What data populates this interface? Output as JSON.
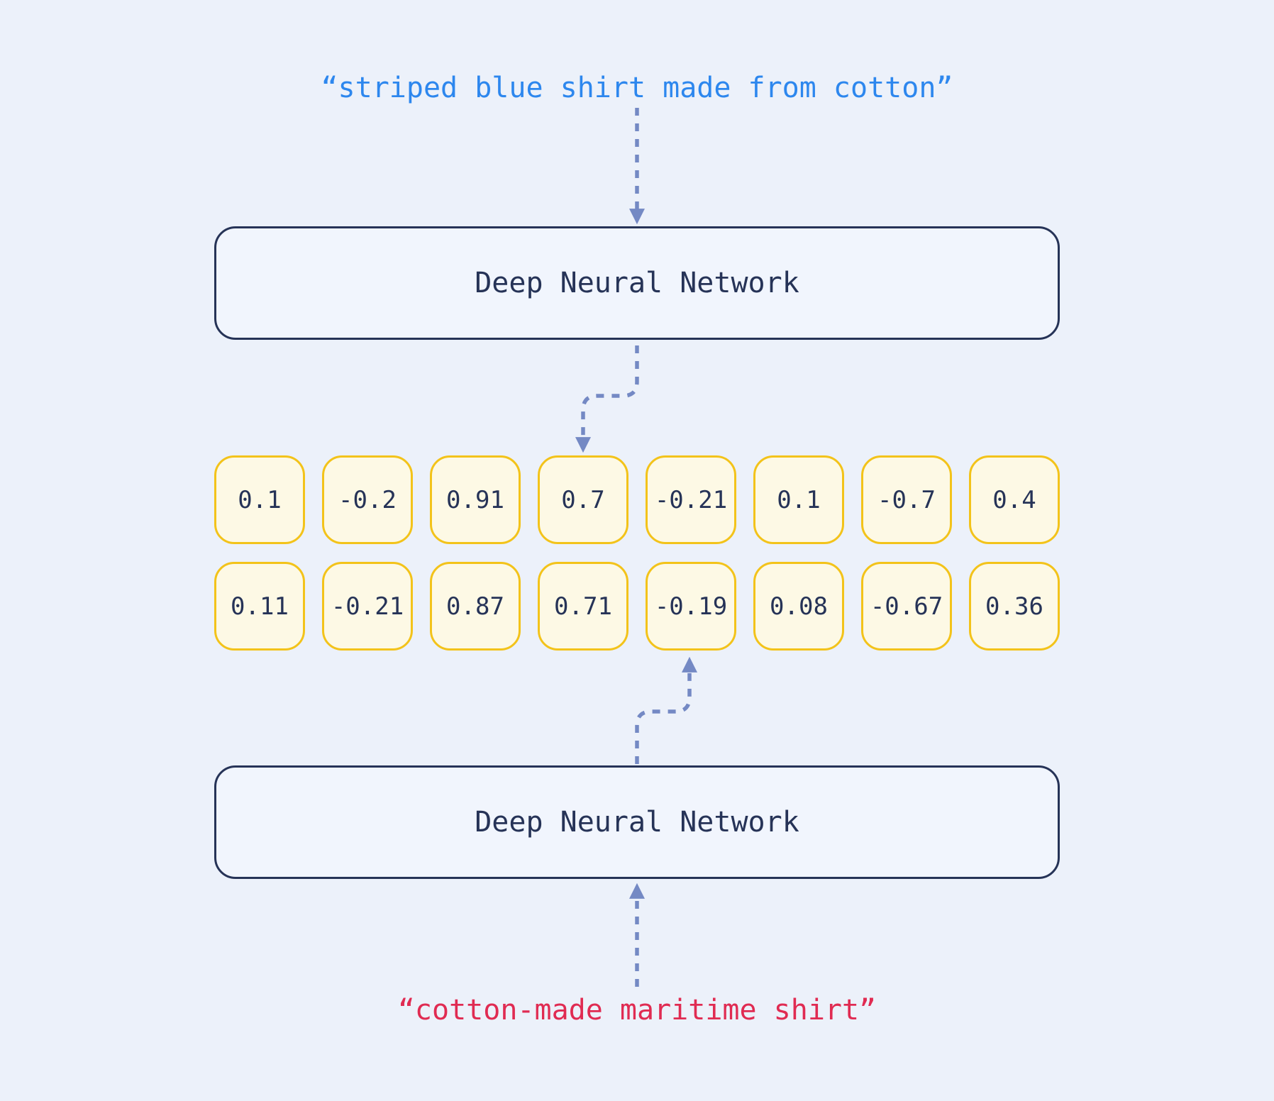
{
  "colors": {
    "background": "#ecf1fa",
    "query_text": "#2d87ee",
    "document_text": "#e02b52",
    "network_box_border": "#263357",
    "network_box_fill": "#f1f5fd",
    "arrow": "#7489c4",
    "embedding_cell_border": "#f3c31a",
    "embedding_cell_fill": "#fdf9e5",
    "value_text": "#263357"
  },
  "query": {
    "text": "“striped blue shirt made from cotton”"
  },
  "document": {
    "text": "“cotton-made maritime shirt”"
  },
  "network_top": {
    "label": "Deep Neural Network"
  },
  "network_bottom": {
    "label": "Deep Neural Network"
  },
  "embeddings": {
    "query_vector": [
      "0.1",
      "-0.2",
      "0.91",
      "0.7",
      "-0.21",
      "0.1",
      "-0.7",
      "0.4"
    ],
    "document_vector": [
      "0.11",
      "-0.21",
      "0.87",
      "0.71",
      "-0.19",
      "0.08",
      "-0.67",
      "0.36"
    ]
  }
}
